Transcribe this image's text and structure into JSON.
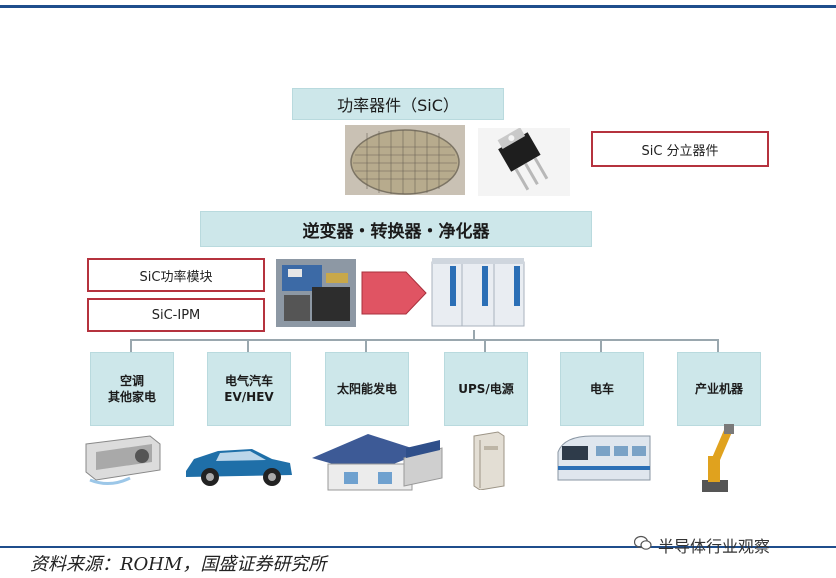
{
  "top_box": "功率器件（SiC）",
  "mid_box": "逆变器・转换器・净化器",
  "labels": {
    "discrete": "SiC 分立器件",
    "module": "SiC功率模块",
    "ipm": "SiC-IPM"
  },
  "categories": [
    {
      "line1": "空调",
      "line2": "其他家电"
    },
    {
      "line1": "电气汽车",
      "line2": "EV/HEV"
    },
    {
      "line1": "太阳能发电",
      "line2": ""
    },
    {
      "line1": "UPS/电源",
      "line2": ""
    },
    {
      "line1": "电车",
      "line2": ""
    },
    {
      "line1": "产业机器",
      "line2": ""
    }
  ],
  "source": "资料来源：ROHM，国盛证券研究所",
  "watermark": "半导体行业观察",
  "colors": {
    "teal": "#cde7ea",
    "red_border": "#b5323e",
    "arrow": "#e05463",
    "rule": "#1f4e8c"
  }
}
